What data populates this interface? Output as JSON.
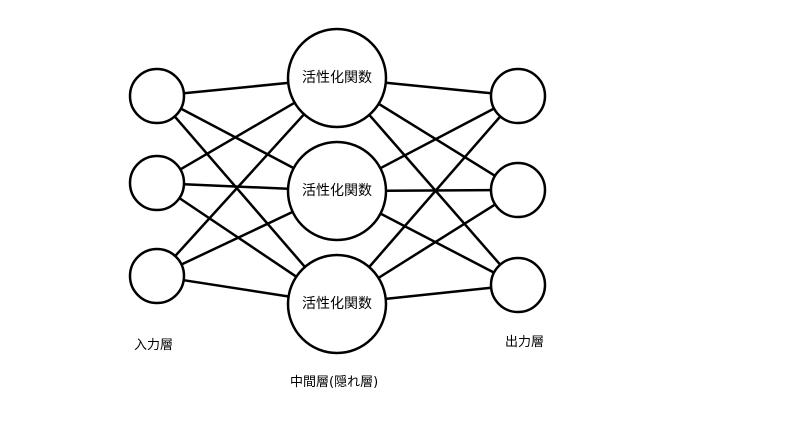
{
  "diagram": {
    "layers": {
      "input": {
        "label": "入力層",
        "nodes": [
          "",
          "",
          ""
        ]
      },
      "hidden": {
        "label": "中間層(隠れ層)",
        "nodes": [
          "活性化関数",
          "活性化関数",
          "活性化関数"
        ]
      },
      "output": {
        "label": "出力層",
        "nodes": [
          "",
          "",
          ""
        ]
      }
    },
    "connections": "fully-connected",
    "colors": {
      "stroke": "#000000",
      "fill": "#ffffff",
      "background": "#ffffff"
    }
  }
}
